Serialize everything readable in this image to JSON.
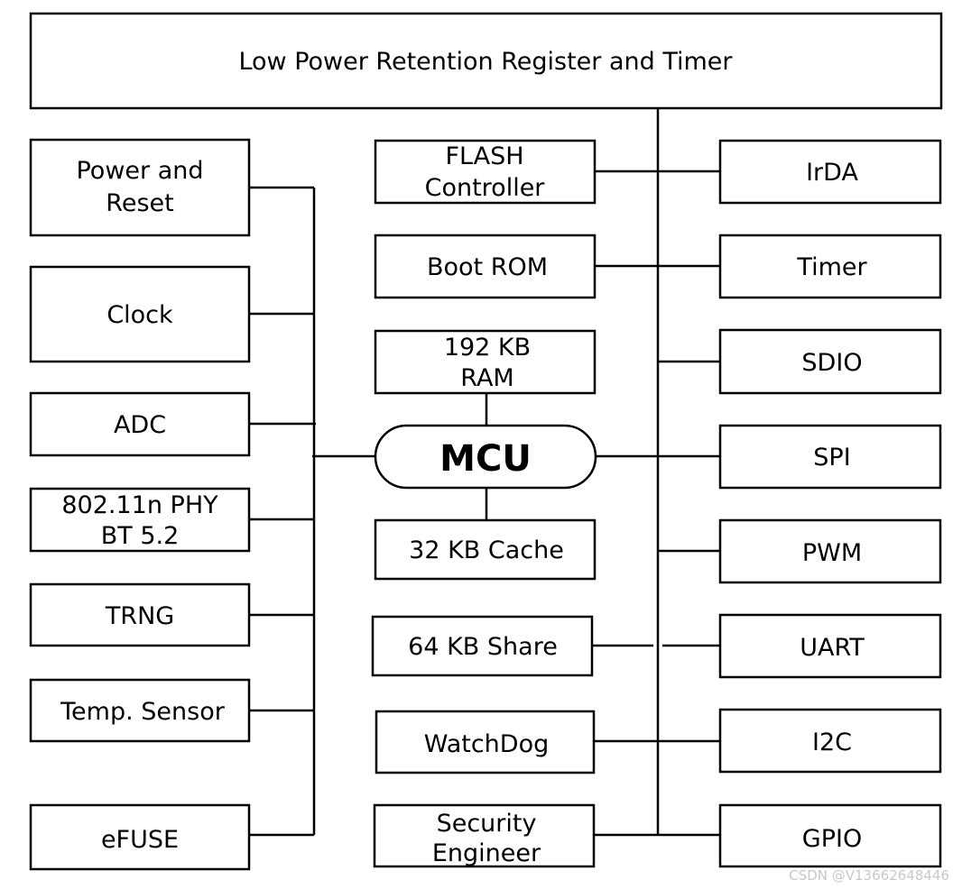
{
  "diagram": {
    "top_bar": {
      "label": "Low Power Retention Register and Timer"
    },
    "left_blocks": [
      {
        "lines": [
          "Power and",
          "Reset"
        ]
      },
      {
        "lines": [
          "Clock"
        ]
      },
      {
        "lines": [
          "ADC"
        ]
      },
      {
        "lines": [
          "802.11n PHY",
          "BT 5.2"
        ]
      },
      {
        "lines": [
          "TRNG"
        ]
      },
      {
        "lines": [
          "Temp. Sensor"
        ]
      },
      {
        "lines": [
          "eFUSE"
        ]
      }
    ],
    "center_blocks": [
      {
        "lines": [
          "FLASH",
          "Controller"
        ]
      },
      {
        "lines": [
          "Boot ROM"
        ]
      },
      {
        "lines": [
          "192 KB",
          "RAM"
        ]
      },
      {
        "lines": [
          "32 KB Cache"
        ]
      },
      {
        "lines": [
          "64 KB Share"
        ]
      },
      {
        "lines": [
          "WatchDog"
        ]
      },
      {
        "lines": [
          "Security",
          "Engineer"
        ]
      }
    ],
    "mcu": {
      "label": "MCU"
    },
    "right_blocks": [
      {
        "lines": [
          "IrDA"
        ]
      },
      {
        "lines": [
          "Timer"
        ]
      },
      {
        "lines": [
          "SDIO"
        ]
      },
      {
        "lines": [
          "SPI"
        ]
      },
      {
        "lines": [
          "PWM"
        ]
      },
      {
        "lines": [
          "UART"
        ]
      },
      {
        "lines": [
          "I2C"
        ]
      },
      {
        "lines": [
          "GPIO"
        ]
      }
    ],
    "watermark": "CSDN @V13662648446"
  }
}
